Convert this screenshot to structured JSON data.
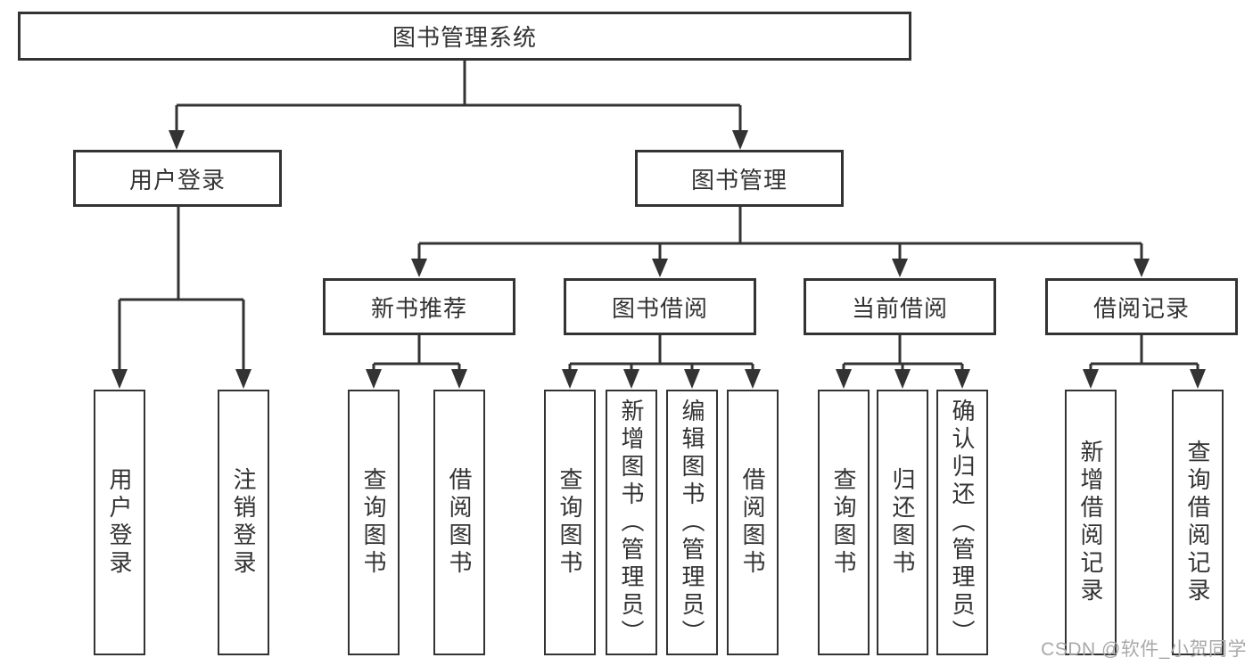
{
  "tree": {
    "root": {
      "label": "图书管理系统",
      "children": [
        {
          "label": "用户登录",
          "children": [
            {
              "label": "用户登录"
            },
            {
              "label": "注销登录"
            }
          ]
        },
        {
          "label": "图书管理",
          "children": [
            {
              "label": "新书推荐",
              "children": [
                {
                  "label": "查询图书"
                },
                {
                  "label": "借阅图书"
                }
              ]
            },
            {
              "label": "图书借阅",
              "children": [
                {
                  "label": "查询图书"
                },
                {
                  "label": "新增图书（管理员）"
                },
                {
                  "label": "编辑图书（管理员）"
                },
                {
                  "label": "借阅图书"
                }
              ]
            },
            {
              "label": "当前借阅",
              "children": [
                {
                  "label": "查询图书"
                },
                {
                  "label": "归还图书"
                },
                {
                  "label": "确认归还（管理员）"
                }
              ]
            },
            {
              "label": "借阅记录",
              "children": [
                {
                  "label": "新增借阅记录"
                },
                {
                  "label": "查询借阅记录"
                }
              ]
            }
          ]
        }
      ]
    }
  },
  "watermark": {
    "text": "CSDN @软件_小贺同学"
  },
  "colors": {
    "line": "#333333",
    "box_border": "#333333",
    "text": "#333333",
    "background": "#ffffff",
    "watermark_text": "#a9a9a9"
  }
}
